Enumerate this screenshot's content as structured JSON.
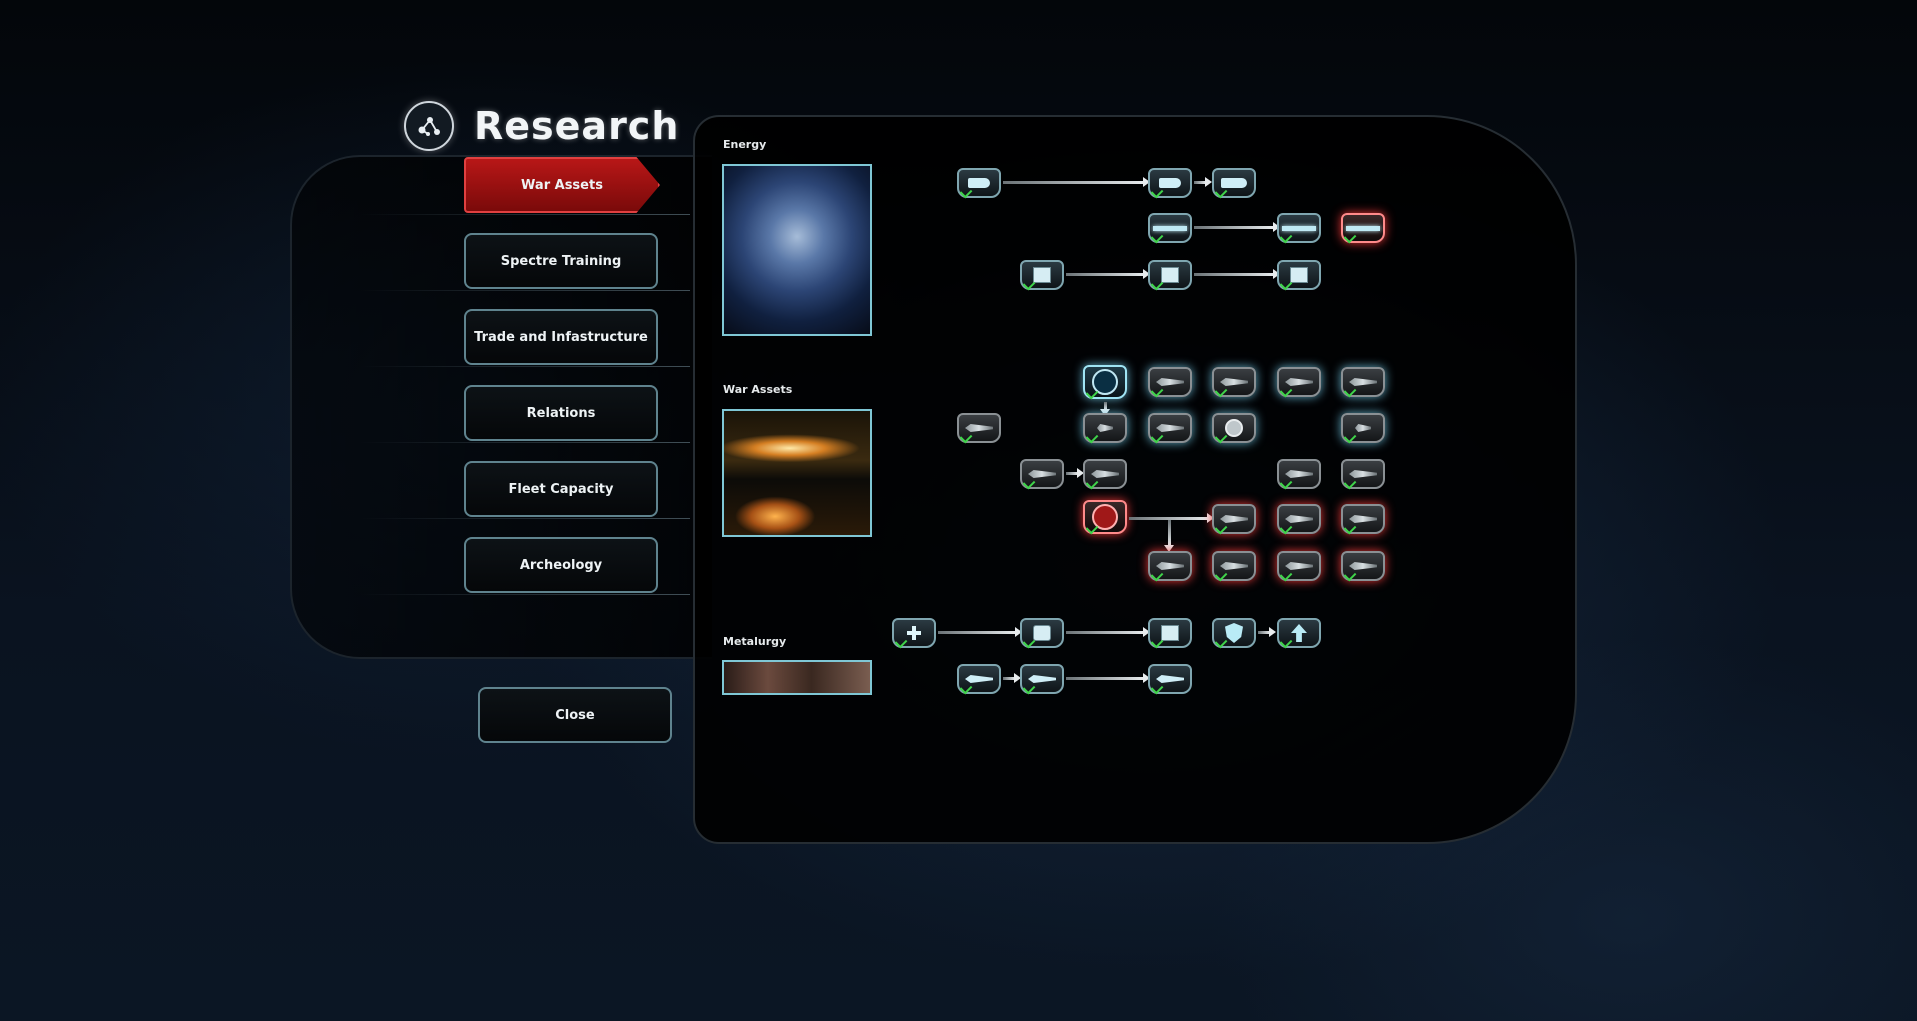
{
  "header": {
    "title": "Research",
    "icon": "research-network-icon"
  },
  "nav": {
    "items": [
      {
        "label": "War Assets",
        "active": true
      },
      {
        "label": "Spectre Training",
        "active": false
      },
      {
        "label": "Trade and Infastructure",
        "active": false
      },
      {
        "label": "Relations",
        "active": false
      },
      {
        "label": "Fleet Capacity",
        "active": false
      },
      {
        "label": "Archeology",
        "active": false
      }
    ],
    "close_label": "Close"
  },
  "sections": {
    "energy": {
      "label": "Energy"
    },
    "war_assets": {
      "label": "War Assets"
    },
    "metalurgy": {
      "label": "Metalurgy"
    }
  },
  "colors": {
    "active_tab": "#b81717",
    "button_border": "#5f838e",
    "node_glow_blue": "#9fe4f4",
    "node_glow_red": "#ff8a8a",
    "checkmark": "#3fd44a"
  }
}
